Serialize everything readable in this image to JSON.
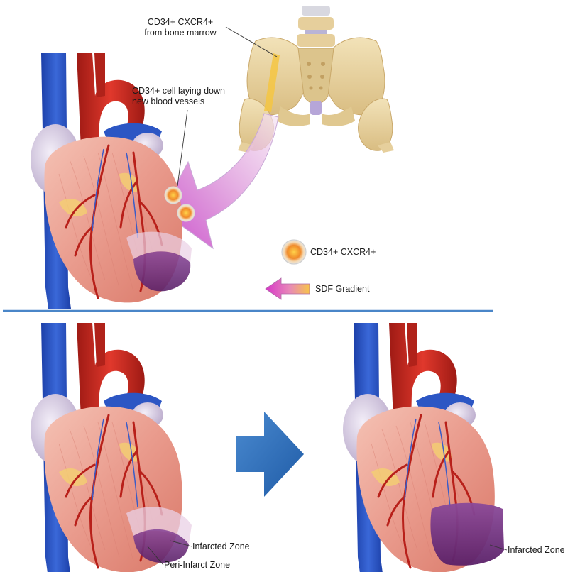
{
  "labels": {
    "bone_marrow_line1": "CD34+ CXCR4+",
    "bone_marrow_line2": "from bone marrow",
    "cell_vessels_line1": "CD34+ cell laying down",
    "cell_vessels_line2": "new blood vessels",
    "legend_cell": "CD34+ CXCR4+",
    "legend_gradient": "SDF Gradient",
    "infarcted_zone_left": "Infarcted Zone",
    "peri_infarct_zone": "Peri-Infarct Zone",
    "infarcted_zone_right": "Infarcted Zone"
  },
  "colors": {
    "divider": "#4a86c8",
    "artery_red": "#c8261e",
    "vein_blue": "#2a55c0",
    "heart_pink": "#e99a8c",
    "infarct_purple": "#6a2a7a",
    "arrow_blue": "#2f6fb5",
    "bone": "#e6cf9c",
    "gradient_magenta": "#d34fd0",
    "gradient_yellow": "#f4c04a",
    "cell_orange": "#f08a2a"
  }
}
